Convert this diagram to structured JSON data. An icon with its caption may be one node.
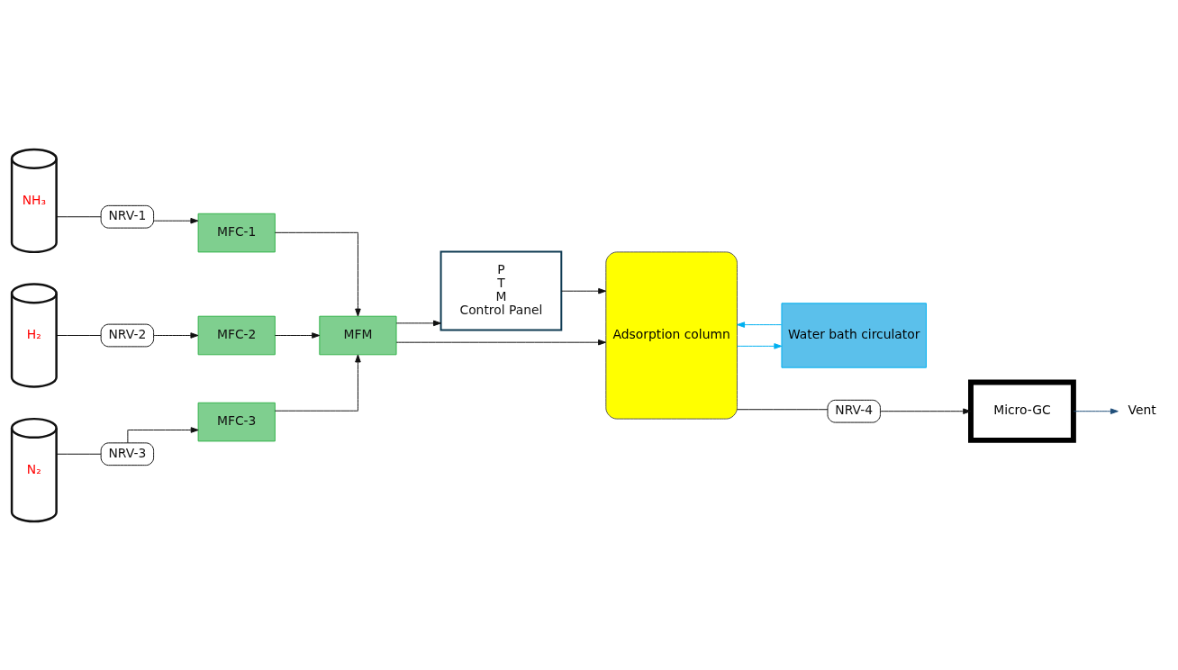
{
  "diagram": {
    "nodes": [
      {
        "text": [
          "NH₃"
        ]
      },
      {
        "text": [
          "H₂"
        ]
      },
      {
        "text": [
          "N₂"
        ]
      },
      {
        "text": [
          "NRV-1"
        ]
      },
      {
        "text": [
          "NRV-2"
        ]
      },
      {
        "text": [
          "NRV-3"
        ]
      },
      {
        "text": [
          "MFC-1"
        ]
      },
      {
        "text": [
          "MFC-2"
        ]
      },
      {
        "text": [
          "MFC-3"
        ]
      },
      {
        "text": [
          "MFM"
        ]
      },
      {
        "text": [
          "P",
          "T",
          "M",
          "Control Panel"
        ]
      },
      {
        "text": [
          "Adsorption column"
        ]
      },
      {
        "text": [
          "Water bath circulator"
        ]
      },
      {
        "text": [
          "NRV-4"
        ]
      },
      {
        "text": [
          "Micro-GC"
        ]
      },
      {
        "text": [
          "Vent"
        ]
      }
    ],
    "edges": [
      {
        "from": 0,
        "to": 3,
        "arrow": "none"
      },
      {
        "from": 3,
        "to": 6,
        "arrow": "to"
      },
      {
        "from": 1,
        "to": 4,
        "arrow": "none"
      },
      {
        "from": 4,
        "to": 7,
        "arrow": "to"
      },
      {
        "from": 2,
        "to": 5,
        "arrow": "none"
      },
      {
        "from": 5,
        "to": 8,
        "arrow": "to"
      },
      {
        "from": 6,
        "to": 9,
        "arrow": "to"
      },
      {
        "from": 7,
        "to": 9,
        "arrow": "to"
      },
      {
        "from": 8,
        "to": 9,
        "arrow": "to"
      },
      {
        "from": 9,
        "to": 10,
        "arrow": "to"
      },
      {
        "from": 9,
        "to": 11,
        "arrow": "to"
      },
      {
        "from": 10,
        "to": 11,
        "arrow": "to"
      },
      {
        "from": 11,
        "to": 13,
        "arrow": "none"
      },
      {
        "from": 13,
        "to": 14,
        "arrow": "to"
      },
      {
        "from": 14,
        "to": 15,
        "arrow": "to",
        "color": "#1f4e79"
      },
      {
        "from": 11,
        "to": 12,
        "arrow": "to",
        "color": "#00b0f0"
      },
      {
        "from": 12,
        "to": 11,
        "arrow": "to",
        "color": "#00b0f0"
      }
    ]
  }
}
